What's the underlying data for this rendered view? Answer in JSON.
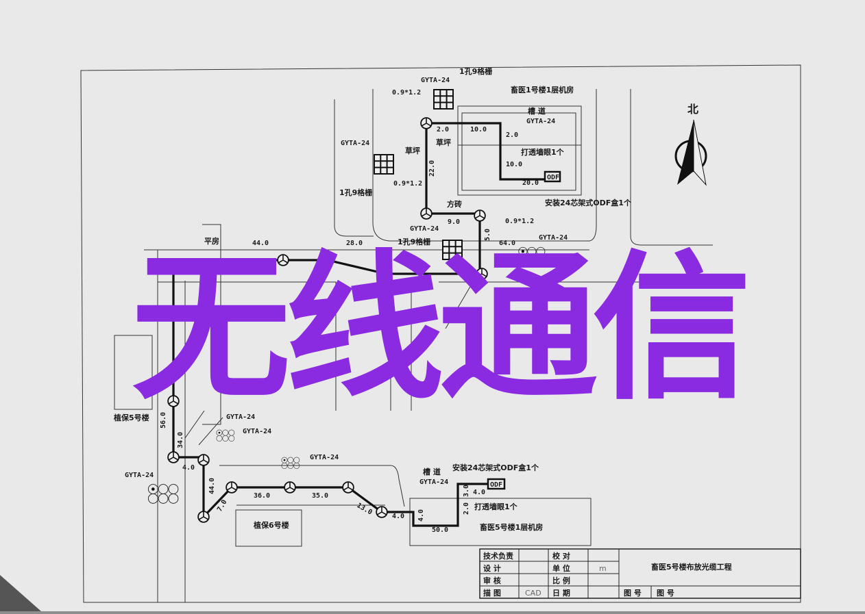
{
  "watermark": "无线通信",
  "north_label": "北",
  "rooms": {
    "top_room": "畜医1号楼1层机房",
    "bottom_room": "畜医5号楼1层机房",
    "bldg_5": "植保5号楼",
    "bldg_6": "植保6号楼",
    "bungalow": "平房"
  },
  "labels": {
    "cable": "GYTA-24",
    "grid": "1孔9格栅",
    "well": "0.9*1.2",
    "trough": "槽 道",
    "wall_hole": "打透墙眼1个",
    "odf": "ODF",
    "odf_install": "安装24芯架式ODF盒1个",
    "lawn": "草坪",
    "tiles": "方砖"
  },
  "distances": {
    "d_2_0a": "2.0",
    "d_10_0a": "10.0",
    "d_2_0b": "2.0",
    "d_10_0b": "10.0",
    "d_20_0": "20.0",
    "d_22_0": "22.0",
    "d_9_0": "9.0",
    "d_5_0": "5.0",
    "d_64_0": "64.0",
    "d_28_0": "28.0",
    "d_44_0a": "44.0",
    "d_56_0": "56.0",
    "d_34_0": "34.0",
    "d_4_0a": "4.0",
    "d_44_0b": "44.0",
    "d_7_0": "7.0",
    "d_36_0": "36.0",
    "d_35_0": "35.0",
    "d_13_0": "13.0",
    "d_4_0b": "4.0",
    "d_4_0c": "4.0",
    "d_50_0": "50.0",
    "d_2_0c": "2.0",
    "d_3_0": "3.0",
    "d_4_0d": "4.0"
  },
  "title_block": {
    "tech_lead": "技术负责",
    "design": "设 计",
    "review": "审 核",
    "drafting": "描 图",
    "drafting_value": "CAD",
    "check": "校 对",
    "unit": "单 位",
    "unit_value": "m",
    "scale": "比 例",
    "date": "日 期",
    "project": "畜医5号楼布放光缆工程",
    "drawing_no": "图 号",
    "drawing_no_2": "图 号"
  },
  "colors": {
    "watermark": "#8a2be2",
    "paper": "#ebebeb"
  }
}
